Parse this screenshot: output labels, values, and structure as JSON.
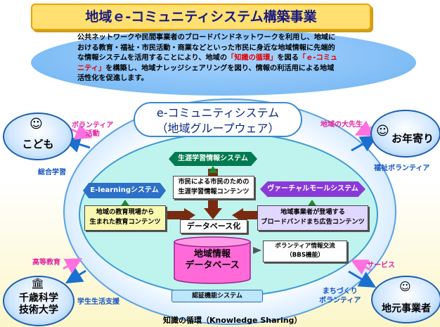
{
  "title": "地域ｅ-コミュニティシステム構築事業",
  "intro": {
    "line1": "公共ネットワークや民間事業者のブロードバンドネットワークを利用し、地域に",
    "line2": "おける教育・福祉・市民活動・商業などといった市民に身近な地域情報に先端的",
    "line3a": "な情報システムを活用することにより、地域の",
    "line3_red1": "「知識の循環」",
    "line3b": "を図る",
    "line3_red2": "「ｅ-コミュ",
    "line4_red": "ニティ」",
    "line4": "を構築し、地域ナレッジシェアリングを図り、情報の利活用による地域",
    "line5": "活性化を促進します。"
  },
  "system": {
    "name": "e-コミュニティシステム",
    "sub": "（地域グループウェア）"
  },
  "nodes": {
    "top_left": "こども",
    "top_right": "お年寄り",
    "bottom_left_1": "千歳科学",
    "bottom_left_2": "技術大学",
    "bottom_right": "地元事業者"
  },
  "labels": {
    "volunteer_activity_1": "ボランティア",
    "volunteer_activity_2": "活動",
    "general_study": "総合学習",
    "local_elder": "地域の大先生",
    "welfare_volunteer": "福祉ボランティア",
    "higher_edu": "高等教育",
    "student_support": "学生生活支援",
    "service": "サービス",
    "town_vol_1": "まちづくり",
    "town_vol_2": "ボランティア",
    "knowledge": "知識の循環（Knowledge Sharing）"
  },
  "modules": {
    "lifelong": "生涯学習情報システム",
    "lifelong_desc_1": "市民による市民のための",
    "lifelong_desc_2": "生涯学習情報コンテンツ",
    "elearning": "E-learningシステム",
    "elearning_desc_1": "地域の教育現場から",
    "elearning_desc_2": "生まれた教育コンテンツ",
    "virtual_mall": "ヴァーチャルモールシステム",
    "mall_desc_1": "地域事業者が登場する",
    "mall_desc_2": "ブロードバンドまち広告コンテンツ",
    "db_label": "データベース化",
    "db_1": "地域情報",
    "db_2": "データベース",
    "bbs_1": "ボランティア情報交流",
    "bbs_2": "（BBS機能）",
    "auth": "認証機能システム"
  },
  "colors": {
    "title_bg": "#ffe070",
    "intro_blue": "#7fbdf5",
    "hex_green": "#007a50",
    "hex_purple": "#8a3ad8",
    "db_pink": "#ff6ad8"
  }
}
